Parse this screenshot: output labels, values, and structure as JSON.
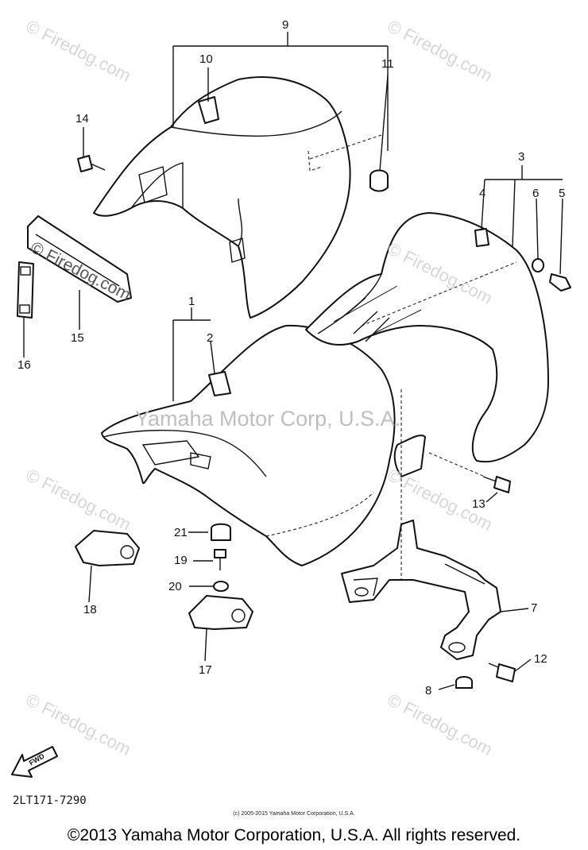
{
  "watermarks": {
    "firedog": "© Firedog.com",
    "center": "Yamaha Motor Corp, U.S.A."
  },
  "callouts": [
    "1",
    "2",
    "3",
    "4",
    "5",
    "6",
    "7",
    "8",
    "9",
    "10",
    "11",
    "12",
    "13",
    "14",
    "15",
    "16",
    "17",
    "18",
    "19",
    "20",
    "21"
  ],
  "diagram_code": "2LT171-7290",
  "forward_label": "FWD",
  "small_copyright": "(c) 2005-2015 Yamaha Motor Corporation, U.S.A.",
  "footer_copyright": "©2013 Yamaha Motor Corporation, U.S.A. All rights reserved."
}
